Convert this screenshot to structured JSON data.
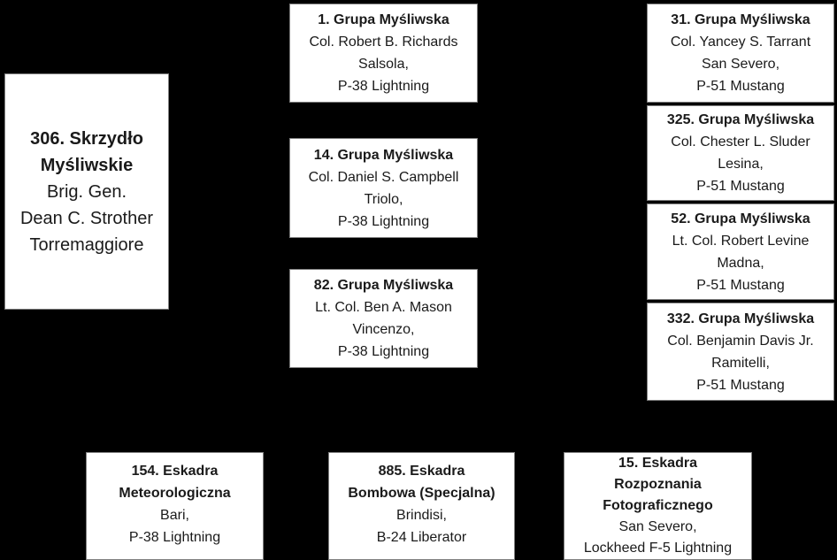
{
  "wing": {
    "title_lines": [
      "306. Skrzydło",
      "Myśliwskie"
    ],
    "lines": [
      "Brig.  Gen.",
      "Dean C. Strother",
      "Torremaggiore"
    ]
  },
  "middle_groups": [
    {
      "title": "1. Grupa  Myśliwska",
      "commander": "Col. Robert B. Richards",
      "base": "Salsola,",
      "aircraft": "P-38 Lightning"
    },
    {
      "title": "14. Grupa  Myśliwska",
      "commander": "Col. Daniel S. Campbell",
      "base": "Triolo,",
      "aircraft": "P-38 Lightning"
    },
    {
      "title": "82. Grupa  Myśliwska",
      "commander": "Lt. Col. Ben A. Mason",
      "base": "Vincenzo,",
      "aircraft": "P-38 Lightning"
    }
  ],
  "right_groups": [
    {
      "title": "31. Grupa  Myśliwska",
      "commander": "Col. Yancey S. Tarrant",
      "base": "San Severo,",
      "aircraft": "P-51 Mustang"
    },
    {
      "title": "325. Grupa  Myśliwska",
      "commander": "Col. Chester  L. Sluder",
      "base": "Lesina,",
      "aircraft": "P-51 Mustang"
    },
    {
      "title": "52. Grupa  Myśliwska",
      "commander": "Lt. Col. Robert Levine",
      "base": "Madna,",
      "aircraft": "P-51 Mustang"
    },
    {
      "title": "332. Grupa  Myśliwska",
      "commander": "Col. Benjamin Davis Jr.",
      "base": "Ramitelli,",
      "aircraft": "P-51 Mustang"
    }
  ],
  "squadrons": [
    {
      "title_lines": [
        "154. Eskadra",
        "Meteorologiczna"
      ],
      "base": "Bari,",
      "aircraft": "P-38 Lightning"
    },
    {
      "title_lines": [
        "885. Eskadra",
        "Bombowa (Specjalna)"
      ],
      "base": "Brindisi,",
      "aircraft": "B-24 Liberator"
    },
    {
      "title_lines": [
        "15. Eskadra",
        "Rozpoznania",
        "Fotograficznego"
      ],
      "base": "San Severo,",
      "aircraft": "Lockheed F-5 Lightning"
    }
  ]
}
